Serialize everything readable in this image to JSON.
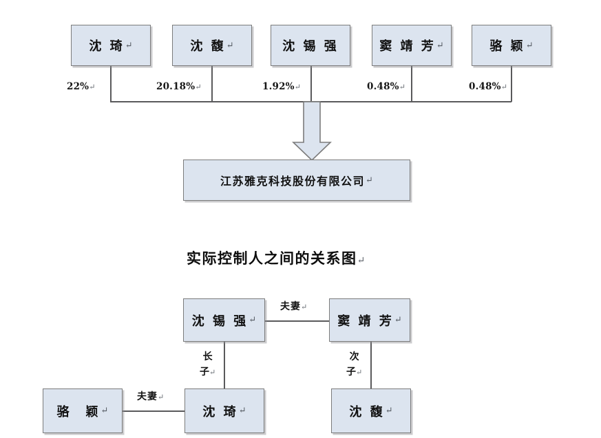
{
  "document": {
    "type": "ownership-structure-diagram",
    "pilcrow": "↵"
  },
  "colors": {
    "node_fill": "#dce4ef",
    "node_border": "#7b7b7b",
    "connector": "#59595b",
    "text": "#111111",
    "background": "#ffffff"
  },
  "top_chart": {
    "shareholders": [
      {
        "name": "沈 琦",
        "percent": "22%"
      },
      {
        "name": "沈 馥",
        "percent": "20.18%"
      },
      {
        "name": "沈 锡 强",
        "percent": "1.92%"
      },
      {
        "name": "窦 靖 芳",
        "percent": "0.48%"
      },
      {
        "name": "骆 颖",
        "percent": "0.48%"
      }
    ],
    "company": "江苏雅克科技股份有限公司",
    "arrow_name": "down-block-arrow"
  },
  "section_title": "实际控制人之间的关系图",
  "relationship_chart": {
    "nodes": [
      {
        "id": "shen-xiqiang",
        "name": "沈 锡 强"
      },
      {
        "id": "dou-jingfang",
        "name": "窦 靖 芳"
      },
      {
        "id": "luo-ying",
        "name": "骆　颖"
      },
      {
        "id": "shen-qi",
        "name": "沈 琦"
      },
      {
        "id": "shen-fu",
        "name": "沈 馥"
      }
    ],
    "relations": {
      "spouse_top": "夫妻",
      "spouse_bottom": "夫妻",
      "eldest_son_line1": "长",
      "eldest_son_line2": "子",
      "second_son_line1": "次",
      "second_son_line2": "子"
    }
  }
}
